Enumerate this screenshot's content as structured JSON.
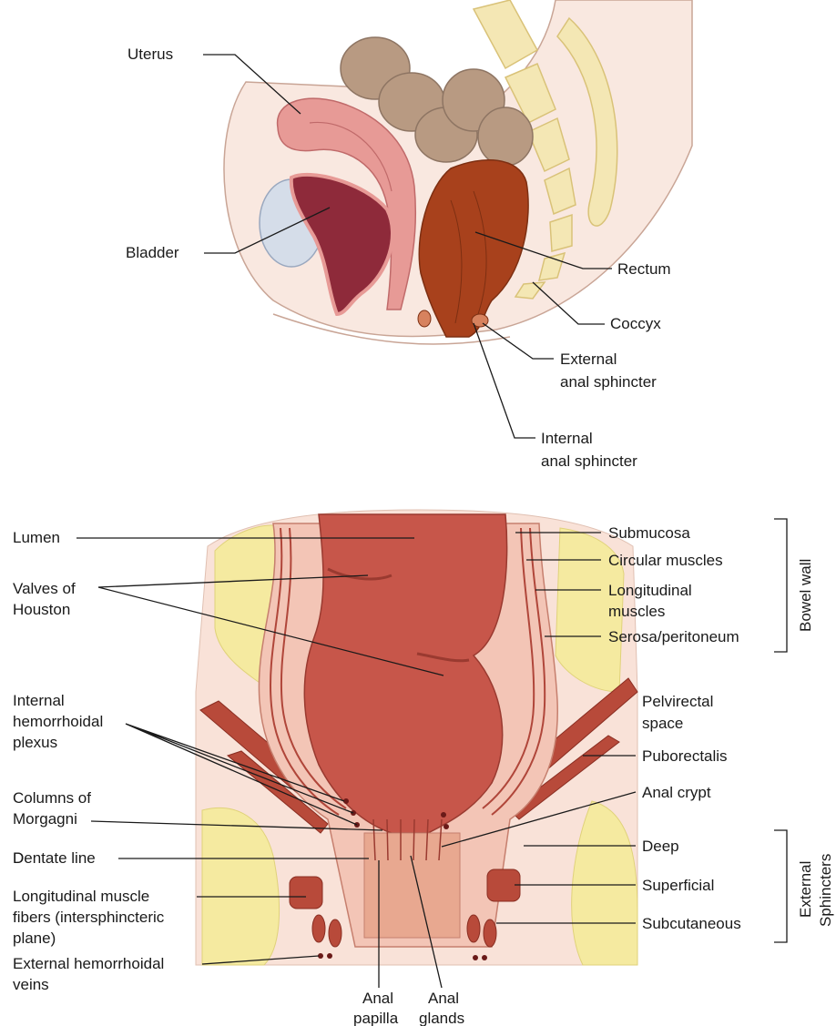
{
  "top_view": {
    "labels": {
      "uterus": "Uterus",
      "bladder": "Bladder",
      "rectum": "Rectum",
      "coccyx": "Coccyx",
      "external_anal_sphincter": [
        "External",
        "anal sphincter"
      ],
      "internal_anal_sphincter": [
        "Internal",
        "anal sphincter"
      ]
    }
  },
  "bottom_view": {
    "left_labels": {
      "lumen": "Lumen",
      "valves_of_houston": [
        "Valves of",
        "Houston"
      ],
      "internal_hemorrhoidal_plexus": [
        "Internal",
        "hemorrhoidal",
        "plexus"
      ],
      "columns_of_morgagni": [
        "Columns of",
        "Morgagni"
      ],
      "dentate_line": "Dentate line",
      "longitudinal_muscle_fibers": [
        "Longitudinal muscle",
        "fibers (intersphincteric",
        "plane)"
      ],
      "external_hemorrhoidal_veins": [
        "External hemorrhoidal",
        "veins"
      ]
    },
    "right_labels": {
      "submucosa": "Submucosa",
      "circular_muscles": "Circular muscles",
      "longitudinal_muscles": [
        "Longitudinal",
        "muscles"
      ],
      "serosa_peritoneum": "Serosa/peritoneum",
      "pelvirectal_space": [
        "Pelvirectal",
        "space"
      ],
      "puborectalis": "Puborectalis",
      "anal_crypt": "Anal crypt",
      "deep": "Deep",
      "superficial": "Superficial",
      "subcutaneous": "Subcutaneous"
    },
    "bottom_labels": {
      "anal_papilla": [
        "Anal",
        "papilla"
      ],
      "anal_glands": [
        "Anal",
        "glands"
      ]
    },
    "brackets": {
      "bowel_wall": "Bowel wall",
      "external_sphincters": [
        "External",
        "Sphincters"
      ]
    }
  },
  "colors": {
    "lumen": "#c7564a",
    "wall": "#f3c5b6",
    "fat": "#f5eaa0",
    "rectum": "#a8411c",
    "colon": "#b89a82",
    "uterus": "#e79a96",
    "bladder": "#8e2a3a",
    "bone": "#f4e7b4",
    "bone_stroke": "#d9c278"
  }
}
